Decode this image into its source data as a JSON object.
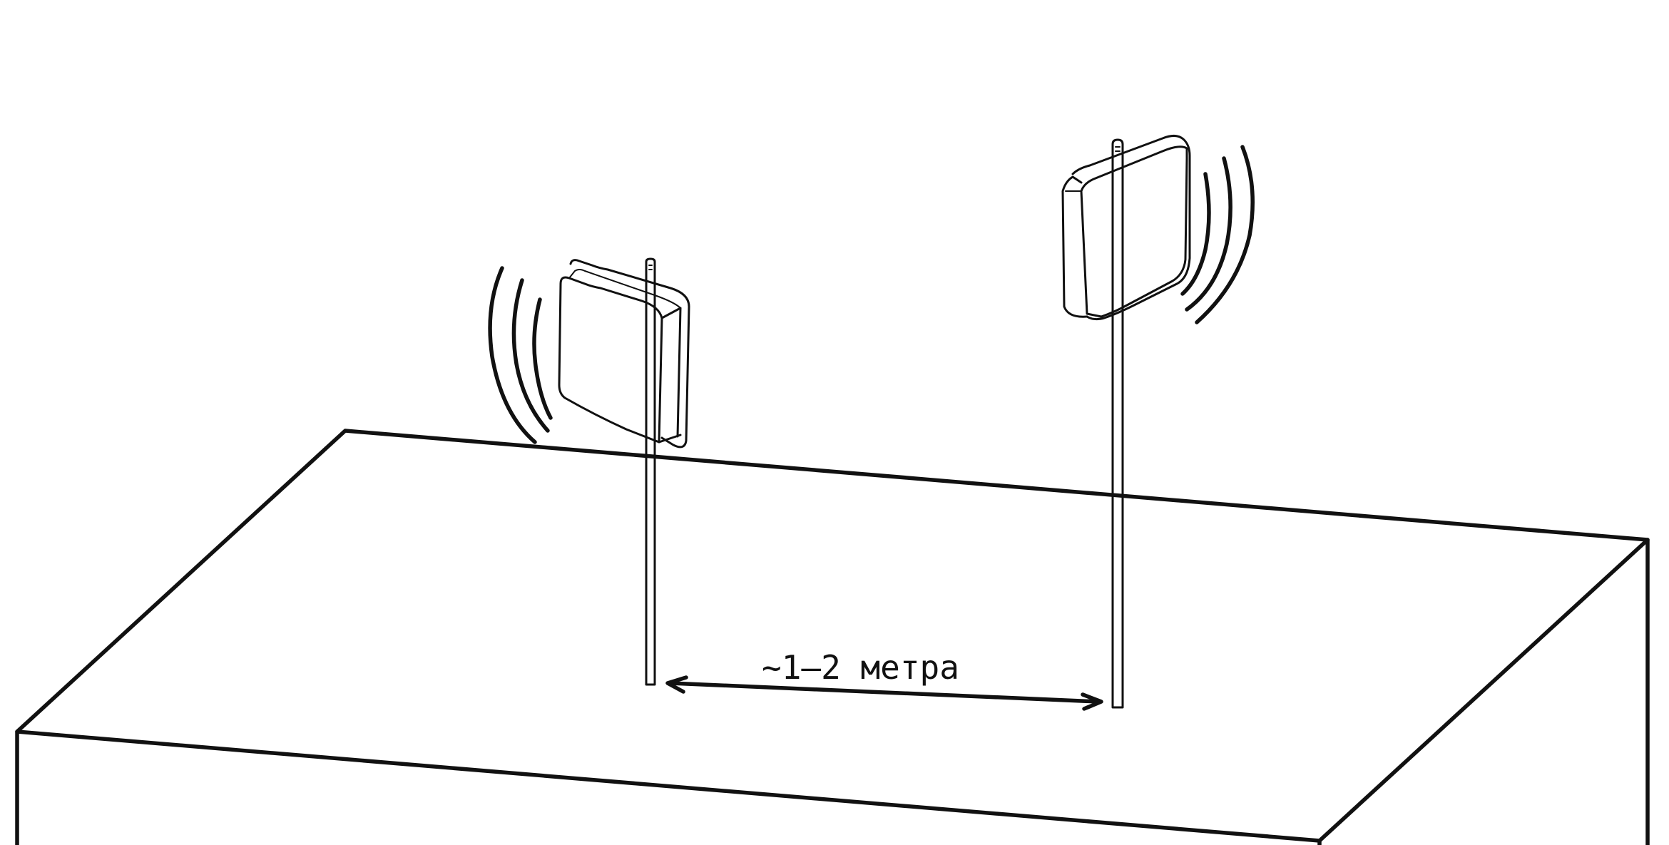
{
  "diagram": {
    "distance_label": "~1–2 метра",
    "colors": {
      "ink": "#111111",
      "background": "#ffffff"
    },
    "elements": [
      "table-surface",
      "left-panel-antenna",
      "right-panel-antenna",
      "signal-waves",
      "distance-arrow"
    ]
  }
}
